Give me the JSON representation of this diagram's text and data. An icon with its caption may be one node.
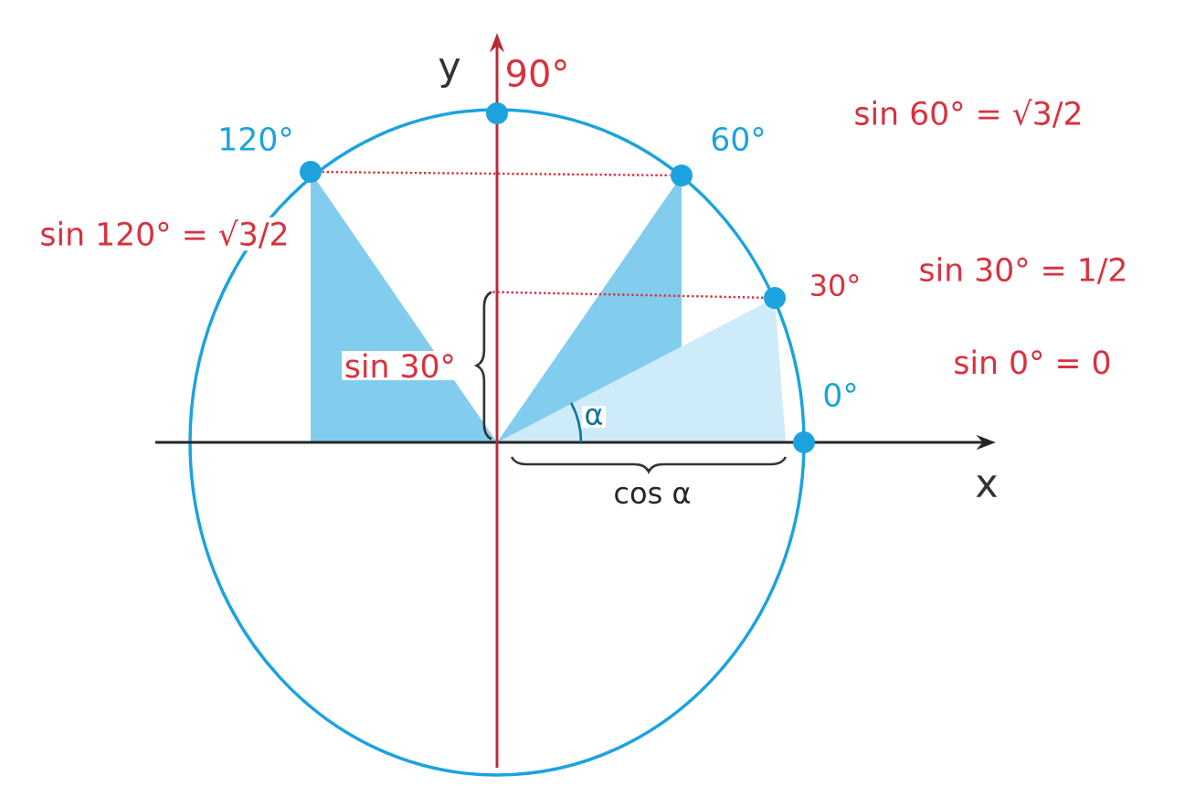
{
  "diagram": {
    "nodes": [
      {
        "text": [],
        "shape": "circle"
      },
      {
        "text": [],
        "shape": "circle"
      },
      {
        "text": [],
        "shape": "circle"
      },
      {
        "text": [],
        "shape": "circle"
      },
      {
        "text": [],
        "shape": "circle"
      },
      {
        "text": [],
        "shape": "brace",
        "beside": [
          "sin 30°"
        ]
      }
    ],
    "edges": [
      {
        "from": 1,
        "to": 2,
        "arrow": "none",
        "style": "dashed",
        "color": "#d8323f"
      },
      {
        "from": 3,
        "to": 5,
        "arrow": "none",
        "style": "dashed",
        "color": "#d8323f"
      }
    ],
    "labels": [
      "y",
      "90°",
      "120°",
      "60°",
      "sin 60° = √3/2",
      "sin 120° = √3/2",
      "30°",
      "sin 30° = 1/2",
      "0°",
      "sin 0° = 0",
      "α",
      "x",
      "cos α"
    ]
  }
}
